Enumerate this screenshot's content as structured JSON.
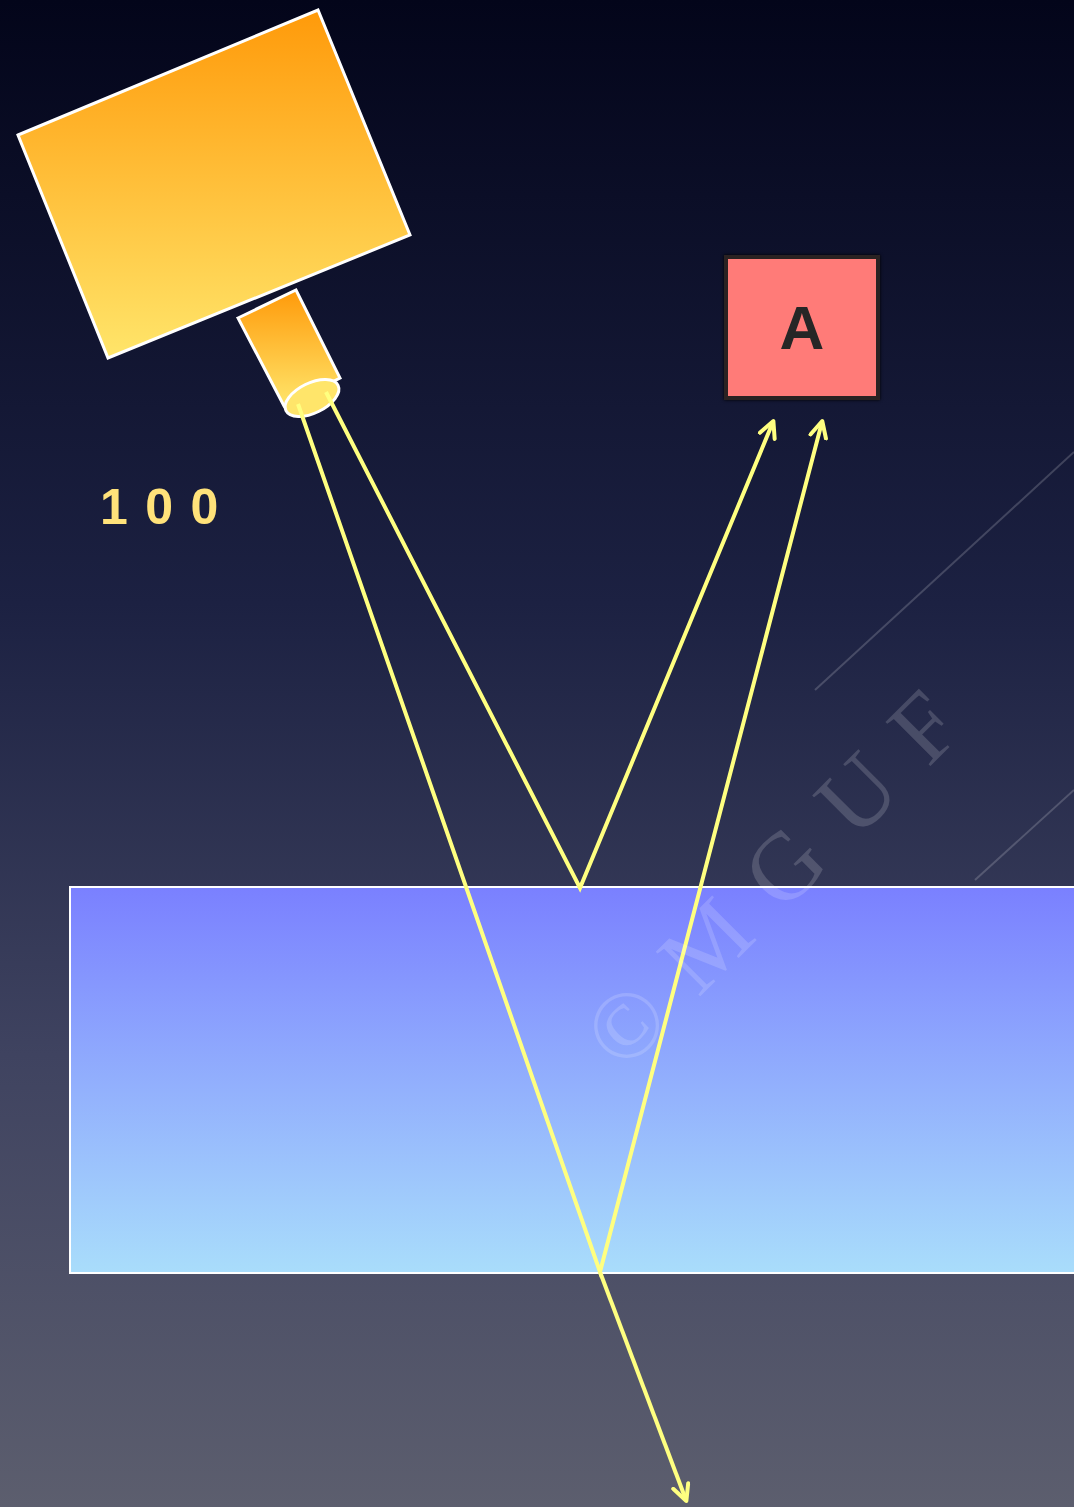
{
  "diagram": {
    "nodes": [
      {
        "text": [
          "A"
        ]
      }
    ],
    "labels": [
      "100",
      "©MGUF"
    ]
  }
}
